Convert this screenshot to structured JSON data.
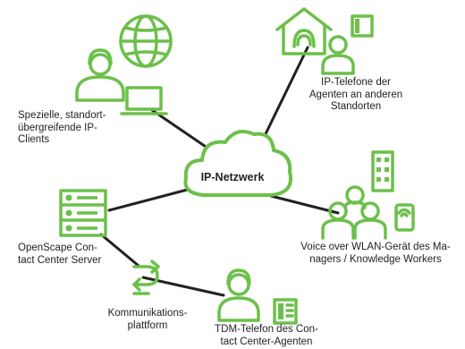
{
  "network": {
    "label": "IP-Netzwerk"
  },
  "nodes": {
    "special_clients": {
      "label_lines": [
        "Spezielle, standort-",
        "übergreifende IP-",
        "Clients"
      ],
      "icon": "globe-agent-laptop-icon"
    },
    "remote_agents": {
      "label_lines": [
        "IP-Telefone der",
        "Agenten an anderen",
        "Standorten"
      ],
      "icon": "home-office-agent-icon"
    },
    "server": {
      "label_lines": [
        "OpenScape Con-",
        "tact Center Server"
      ],
      "icon": "server-icon"
    },
    "wlan_managers": {
      "label_lines": [
        "Voice over WLAN-Gerät des Ma-",
        "nagers / Knowledge Workers"
      ],
      "icon": "managers-wlan-icon"
    },
    "platform": {
      "label_lines": [
        "Kommunikations-",
        "plattform"
      ],
      "icon": "switch-arrows-icon"
    },
    "tdm_phone": {
      "label_lines": [
        "TDM-Telefon des Con-",
        "tact Center-Agenten"
      ],
      "icon": "agent-desk-phone-icon"
    }
  },
  "colors": {
    "accent": "#6cc04a",
    "line": "#222222",
    "text": "#222222"
  }
}
